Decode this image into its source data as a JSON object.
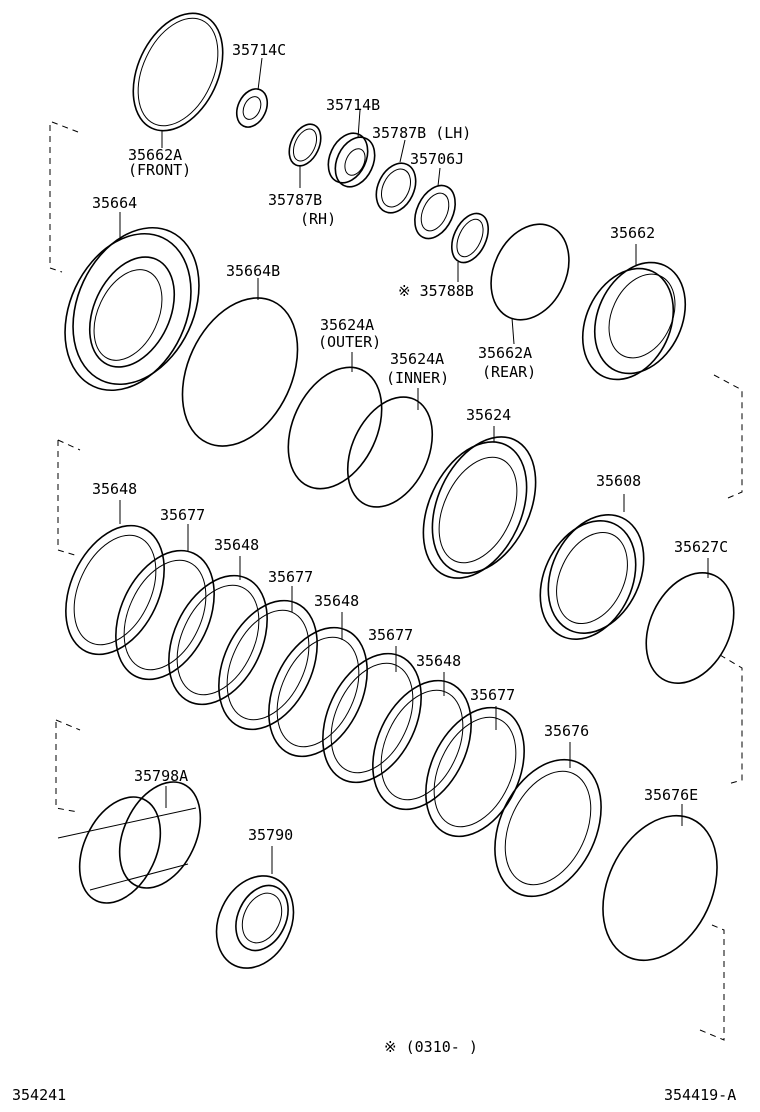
{
  "labels": {
    "p35714C": "35714C",
    "p35662A_front": "35662A",
    "p35662A_front_note": "(FRONT)",
    "p35714B": "35714B",
    "p35787B_lh": "35787B (LH)",
    "p35706J": "35706J",
    "p35787B_rh": "35787B",
    "p35787B_rh_note": "(RH)",
    "p35664": "35664",
    "p35664B": "35664B",
    "p35788B": "※ 35788B",
    "p35662A_rear": "35662A",
    "p35662A_rear_note": "(REAR)",
    "p35662": "35662",
    "p35624A_outer": "35624A",
    "p35624A_outer_note": "(OUTER)",
    "p35624A_inner": "35624A",
    "p35624A_inner_note": "(INNER)",
    "p35624": "35624",
    "p35608": "35608",
    "p35627C": "35627C",
    "p35648_1": "35648",
    "p35677_1": "35677",
    "p35648_2": "35648",
    "p35677_2": "35677",
    "p35648_3": "35648",
    "p35677_3": "35677",
    "p35648_4": "35648",
    "p35677_4": "35677",
    "p35676": "35676",
    "p35676E": "35676E",
    "p35798A": "35798A",
    "p35790": "35790"
  },
  "footnote": "※ (0310-      )",
  "footer_left": "354241",
  "footer_right": "354419-A"
}
